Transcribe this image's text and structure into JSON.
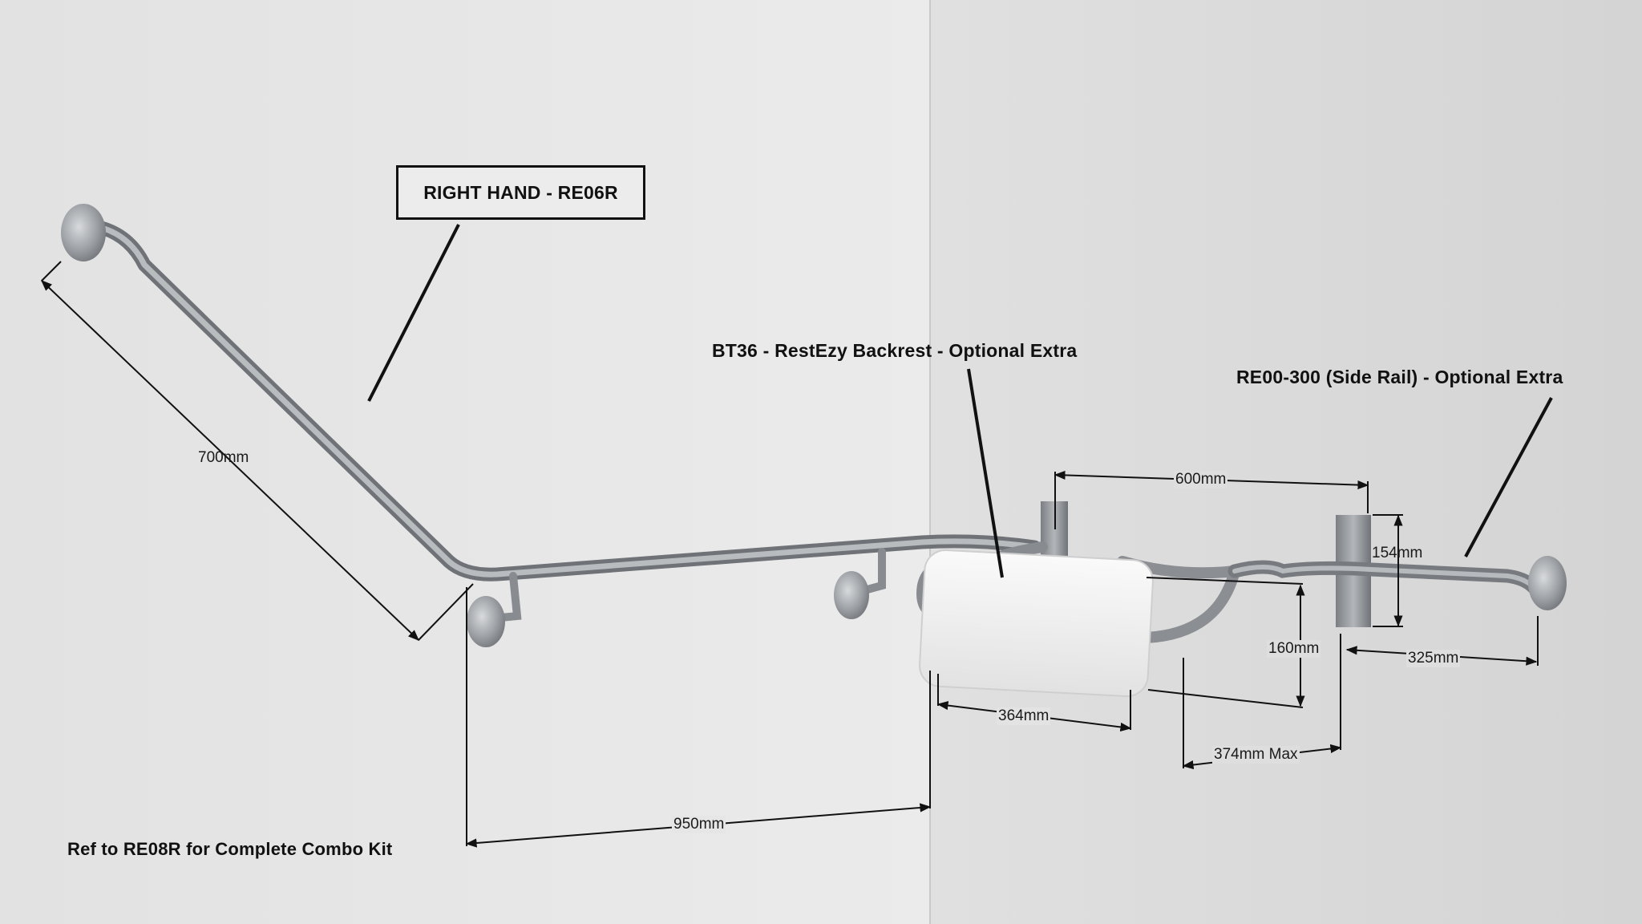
{
  "callouts": {
    "right_hand": "RIGHT HAND - RE06R",
    "backrest": "BT36 - RestEzy Backrest - Optional Extra",
    "side_rail": "RE00-300 (Side Rail) - Optional Extra",
    "ref_note": "Ref to RE08R for Complete Combo Kit"
  },
  "dimensions": {
    "d700": "700mm",
    "d600": "600mm",
    "d154": "154mm",
    "d160": "160mm",
    "d325": "325mm",
    "d364": "364mm",
    "d374": "374mm Max",
    "d950": "950mm"
  },
  "colors": {
    "wall_left": "#e4e4e4",
    "wall_right": "#dadada",
    "steel": "#9a9ea2",
    "backrest": "#f3f3f3"
  }
}
